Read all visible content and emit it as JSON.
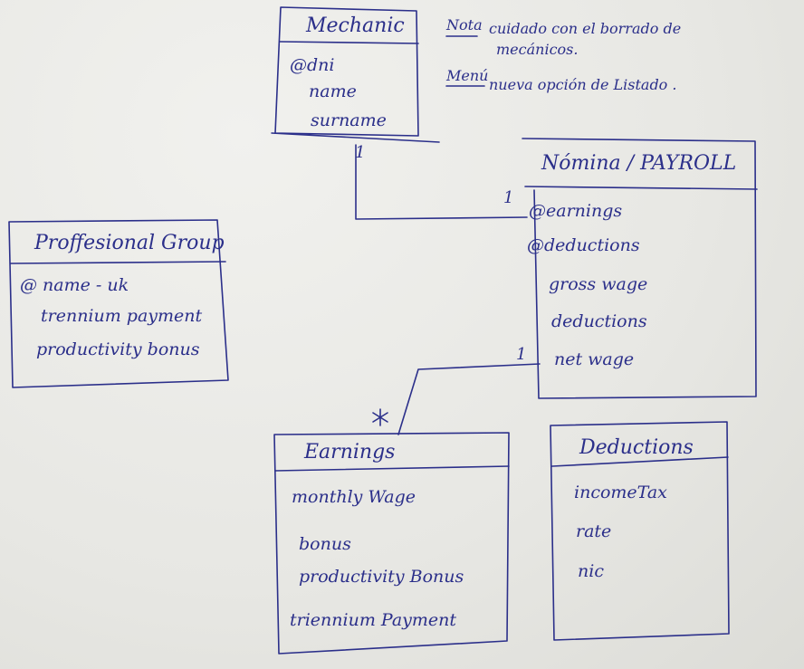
{
  "diagram": {
    "notes": [
      {
        "label": "Nota",
        "text": "cuidado con el borrado de",
        "text2": "mecánicos."
      },
      {
        "label": "Menú",
        "text": "nueva opción de Listado ."
      }
    ],
    "boxes": {
      "mechanic": {
        "title": "Mechanic",
        "attributes": [
          "@dni",
          "name",
          "surname"
        ]
      },
      "payroll": {
        "title": "Nómina / PAYROLL",
        "attributes": [
          "@earnings",
          "@deductions",
          "gross wage",
          "deductions",
          "net wage"
        ]
      },
      "professional_group": {
        "title": "Proffesional Group",
        "attributes": [
          "@ name - uk",
          "trennium payment",
          "productivity bonus"
        ]
      },
      "earnings": {
        "title": "Earnings",
        "attributes": [
          "monthly Wage",
          "bonus",
          "productivity Bonus",
          "triennium Payment"
        ]
      },
      "deductions": {
        "title": "Deductions",
        "attributes": [
          "incomeTax",
          "rate",
          "nic"
        ]
      }
    },
    "associations": [
      {
        "from": "Mechanic",
        "to": "Nómina / PAYROLL",
        "from_mult": "1",
        "to_mult": "1"
      },
      {
        "from": "Nómina / PAYROLL",
        "to": "Earnings",
        "from_mult": "1",
        "to_mult": "*"
      }
    ],
    "ink_color": "#2b2f8a",
    "paper_color": "#e9e9e6"
  }
}
